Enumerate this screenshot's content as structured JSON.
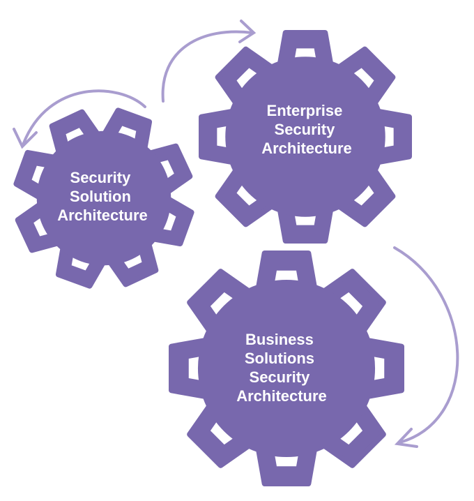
{
  "colors": {
    "gear": "#7868ad",
    "arrow": "#a99dcf",
    "text": "#ffffff"
  },
  "gears": [
    {
      "id": "security-solution-architecture",
      "lines": [
        "Security",
        "Solution",
        "Architecture"
      ]
    },
    {
      "id": "enterprise-security-architecture",
      "lines": [
        "Enterprise",
        "Security",
        "Architecture"
      ]
    },
    {
      "id": "business-solutions-security-architecture",
      "lines": [
        "Business",
        "Solutions",
        "Security",
        "Architecture"
      ]
    }
  ]
}
